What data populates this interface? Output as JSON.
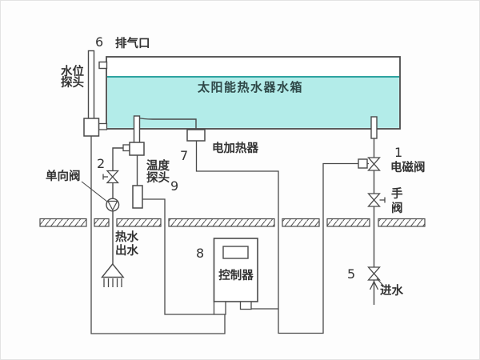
{
  "diagram": {
    "title": "太阳能热水器水箱",
    "labels": {
      "vent_num": "6",
      "vent": "排气口",
      "level_probe_line1": "水位",
      "level_probe_line2": "探头",
      "heater": "电加热器",
      "heater_num": "7",
      "valve2_num": "2",
      "temp_probe_line1": "温度",
      "temp_probe_line2": "探头",
      "temp_probe_num": "9",
      "check_valve": "单向阀",
      "solenoid_num": "1",
      "solenoid": "电磁阀",
      "hand_valve_char1": "手",
      "hand_valve_char2": "阀",
      "inlet_num": "5",
      "inlet": "进水",
      "hot_water_line1": "热水",
      "hot_water_line2": "出水",
      "controller_num": "8",
      "controller": "控制器"
    },
    "colors": {
      "water_fill": "#b3ece9",
      "water_line": "#2fa3a0",
      "diagram_line": "#4a4a4a",
      "text": "#333333"
    }
  }
}
